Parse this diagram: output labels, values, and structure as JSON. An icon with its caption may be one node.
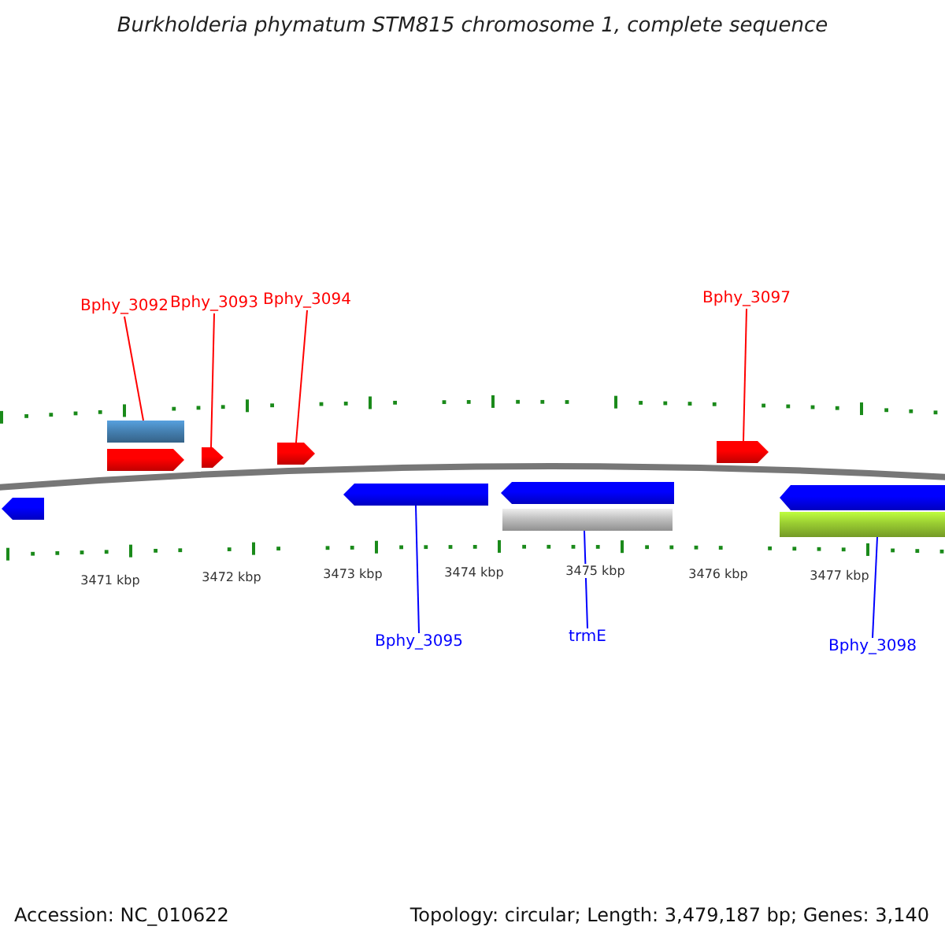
{
  "diagram": {
    "title": "Burkholderia phymatum STM815 chromosome 1, complete sequence",
    "nodes": [
      {
        "text": [
          "Bphy_3092"
        ]
      },
      {
        "text": [
          "Bphy_3093"
        ]
      },
      {
        "text": [
          "Bphy_3094"
        ]
      },
      {
        "text": [
          "Bphy_3097"
        ]
      },
      {
        "text": [],
        "shape": "bar"
      },
      {
        "text": [],
        "shape": "arrow"
      },
      {
        "text": [],
        "shape": "arrow"
      },
      {
        "text": [],
        "shape": "arrow"
      },
      {
        "text": [],
        "shape": "arrow"
      },
      {
        "text": [],
        "shape": "arrow"
      },
      {
        "text": [],
        "shape": "arrow"
      },
      {
        "text": [],
        "shape": "arrow"
      },
      {
        "text": [],
        "shape": "bar"
      },
      {
        "text": [],
        "shape": "arrow"
      },
      {
        "text": [],
        "shape": "bar"
      },
      {
        "text": [
          "Bphy_3095"
        ]
      },
      {
        "text": [
          "trmE"
        ]
      },
      {
        "text": [
          "Bphy_3098"
        ]
      }
    ],
    "edges": [
      {
        "from": 0,
        "to": 4,
        "arrow": "none"
      },
      {
        "from": 1,
        "to": 6,
        "arrow": "none"
      },
      {
        "from": 2,
        "to": 7,
        "arrow": "none"
      },
      {
        "from": 3,
        "to": 8,
        "arrow": "none"
      },
      {
        "from": 15,
        "to": 10,
        "arrow": "none",
        "color": "#0000ff"
      },
      {
        "from": 16,
        "to": 12,
        "arrow": "none",
        "color": "#0000ff"
      },
      {
        "from": 17,
        "to": 14,
        "arrow": "none",
        "color": "#0000ff"
      }
    ],
    "labels": [
      "3471 kbp",
      "3472 kbp",
      "3473 kbp",
      "3474 kbp",
      "3475 kbp",
      "3476 kbp",
      "3477 kbp",
      "Accession: NC_010622",
      "Topology: circular; Length: 3,479,187 bp; Genes: 3,140"
    ]
  }
}
